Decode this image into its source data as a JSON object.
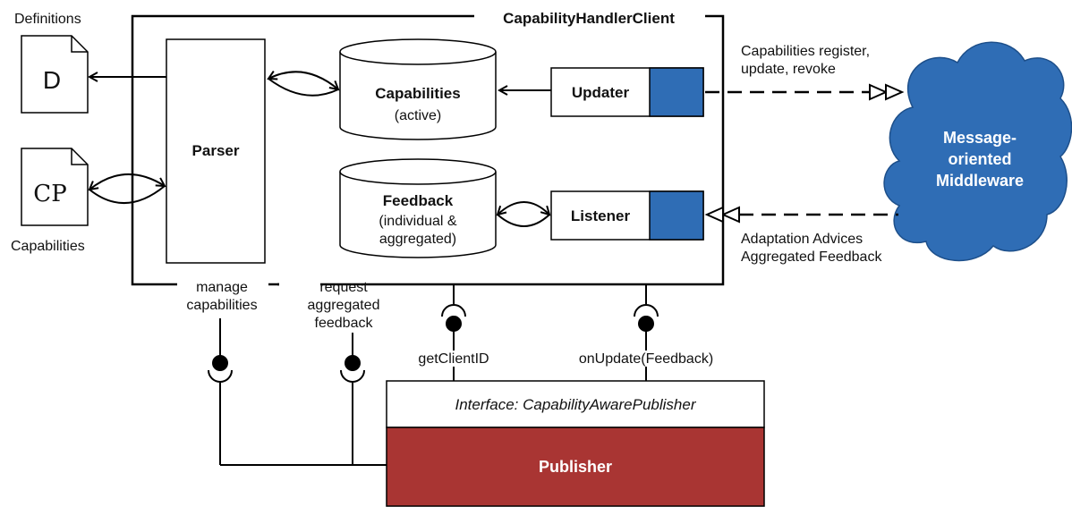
{
  "container": {
    "title": "CapabilityHandlerClient"
  },
  "documents": {
    "definitions": {
      "glyph": "D",
      "label": "Definitions"
    },
    "capabilities": {
      "glyph": "CP",
      "label": "Capabilities"
    }
  },
  "parser": {
    "label": "Parser"
  },
  "stores": {
    "capabilities": {
      "title": "Capabilities",
      "subtitle": "(active)"
    },
    "feedback": {
      "title": "Feedback",
      "subtitle_line1": "(individual &",
      "subtitle_line2": "aggregated)"
    }
  },
  "components": {
    "updater": {
      "label": "Updater"
    },
    "listener": {
      "label": "Listener"
    }
  },
  "middleware": {
    "line1": "Message-",
    "line2": "oriented",
    "line3": "Middleware"
  },
  "messages": {
    "outgoing_line1": "Capabilities register,",
    "outgoing_line2": "update, revoke",
    "incoming_line1": "Adaptation Advices",
    "incoming_line2": "Aggregated Feedback"
  },
  "interfaces": {
    "manage_line1": "manage",
    "manage_line2": "capabilities",
    "request_line1": "request",
    "request_line2": "aggregated",
    "request_line3": "feedback",
    "get_client_id": "getClientID",
    "on_update": "onUpdate(Feedback)"
  },
  "publisher": {
    "interface_label": "Interface: CapabilityAwarePublisher",
    "label": "Publisher"
  },
  "colors": {
    "component_blue": "#2f6db5",
    "cloud_blue": "#2f6db5",
    "publisher_red": "#a93533",
    "stroke": "#000000"
  }
}
